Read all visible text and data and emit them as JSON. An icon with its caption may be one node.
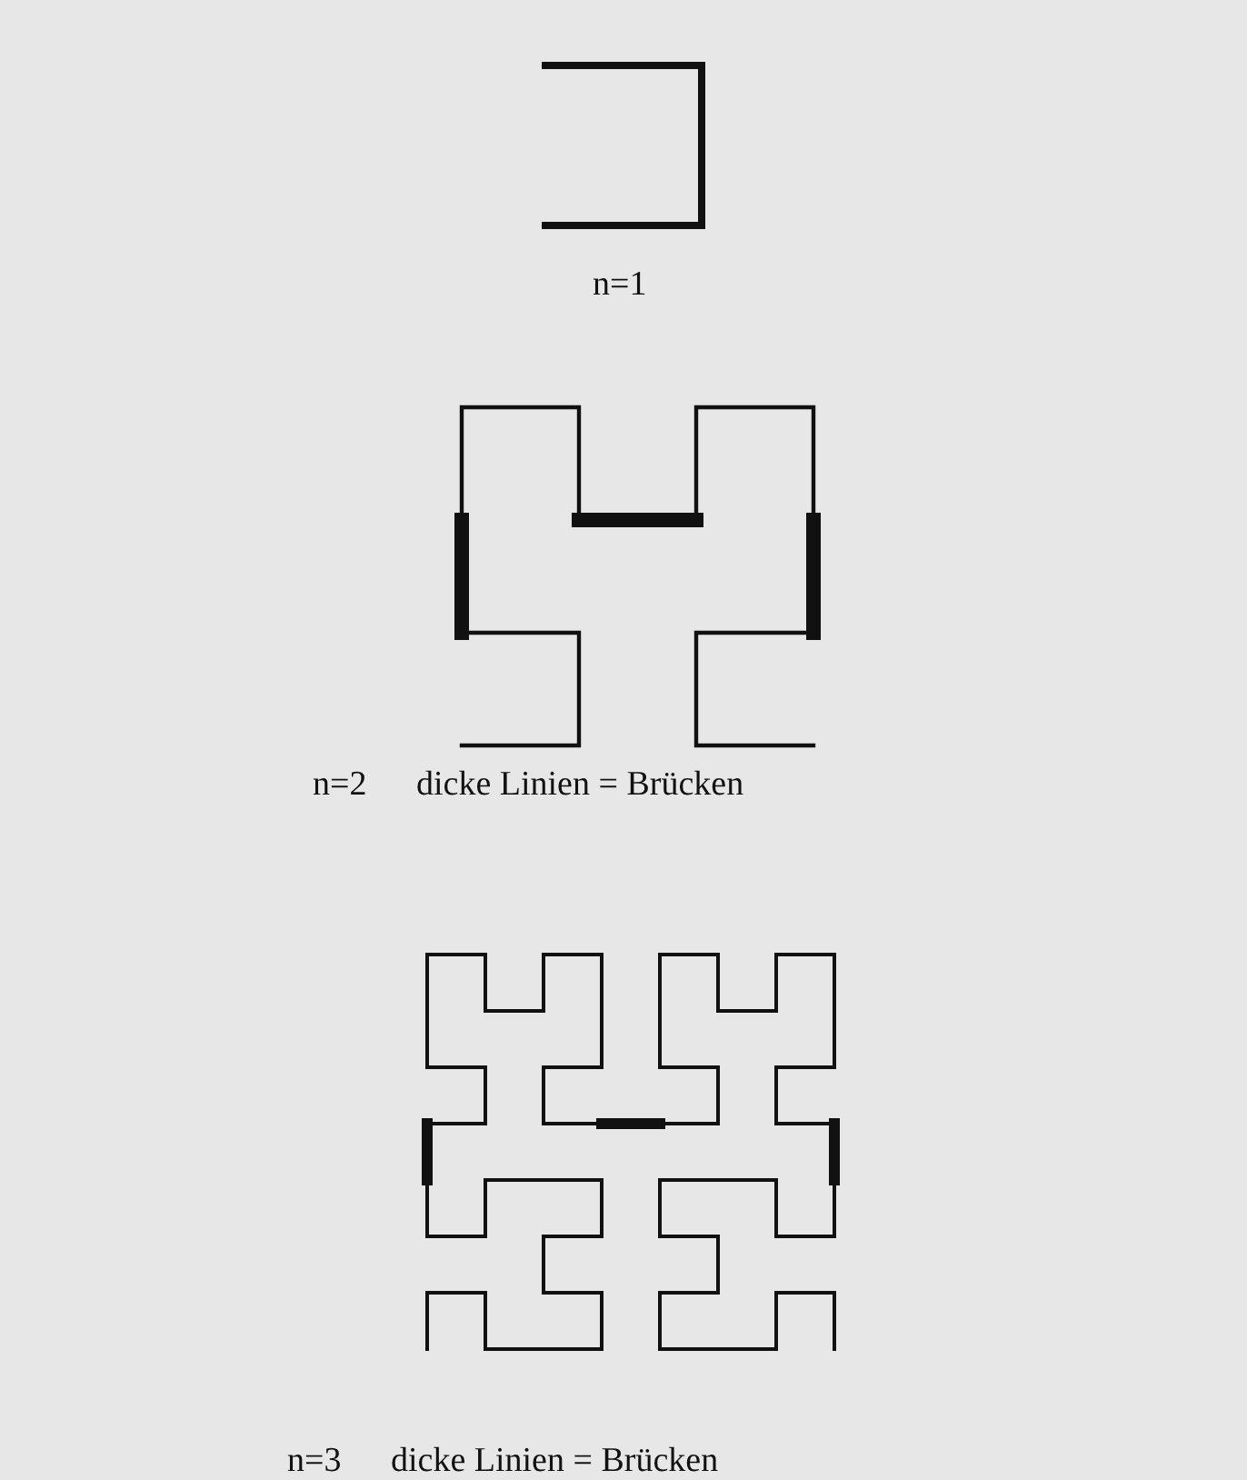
{
  "diagram": {
    "labels": [
      "n=1",
      "n=2",
      "dicke Linien = Brücken",
      "n=3",
      "dicke Linien = Brücken"
    ]
  }
}
